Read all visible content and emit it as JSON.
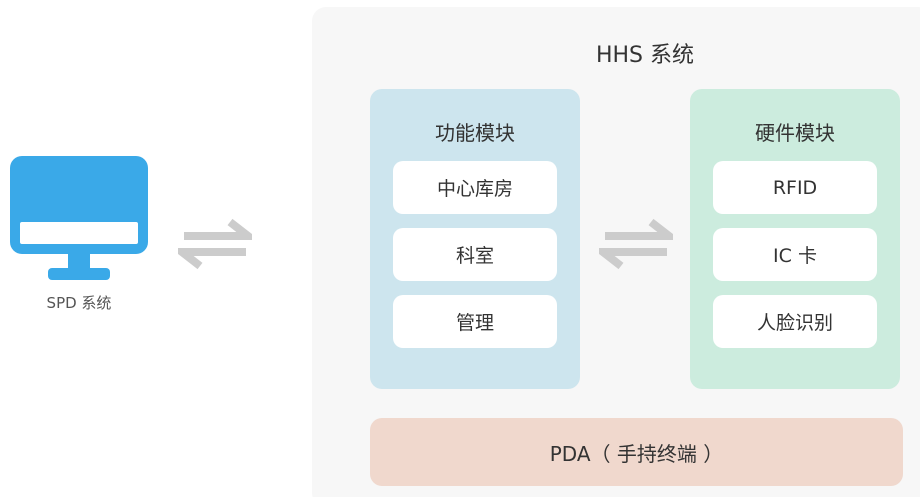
{
  "spd": {
    "label": "SPD 系统",
    "icon": "monitor-icon",
    "icon_color": "#3aa9e8"
  },
  "hhs": {
    "title": "HHS 系统",
    "panel_color": "#f7f7f7"
  },
  "function_module": {
    "title": "功能模块",
    "items": [
      "中心库房",
      "科室",
      "管理"
    ],
    "color": "#cde5ee"
  },
  "hardware_module": {
    "title": "硬件模块",
    "items": [
      "RFID",
      "IC 卡",
      "人脸识别"
    ],
    "color": "#ccecde"
  },
  "pda": {
    "label": "PDA（ 手持终端 ）",
    "color": "#f0d8cd"
  },
  "connectors": {
    "icon": "bidirectional-arrows-icon",
    "color": "#cccccc"
  }
}
